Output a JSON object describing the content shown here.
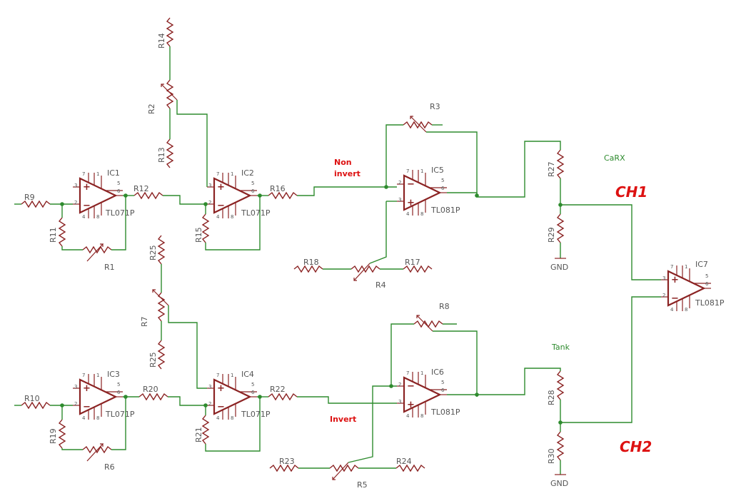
{
  "labels": {
    "R9": "R9",
    "R11": "R11",
    "R1": "R1",
    "R12": "R12",
    "R10": "R10",
    "R19": "R19",
    "R6": "R6",
    "R20": "R20",
    "R14": "R14",
    "R2": "R2",
    "R13": "R13",
    "R15": "R15",
    "R16": "R16",
    "R25a": "R25",
    "R7": "R7",
    "R25b": "R25",
    "R21": "R21",
    "R22": "R22",
    "R3": "R3",
    "R18": "R18",
    "R4": "R4",
    "R17": "R17",
    "R8": "R8",
    "R23": "R23",
    "R5": "R5",
    "R24": "R24",
    "R27": "R27",
    "R29": "R29",
    "R28": "R28",
    "R30": "R30",
    "IC1": "IC1",
    "IC2": "IC2",
    "IC3": "IC3",
    "IC4": "IC4",
    "IC5": "IC5",
    "IC6": "IC6",
    "IC7": "IC7",
    "TL1": "TL071P",
    "TL2": "TL071P",
    "TL3": "TL071P",
    "TL4": "TL071P",
    "TL5": "TL081P",
    "TL6": "TL081P",
    "TL7": "TL081P",
    "GND1": "GND",
    "GND2": "GND"
  },
  "annotations": {
    "non_invert_1": "Non",
    "non_invert_2": "invert",
    "invert": "Invert",
    "carx": "CaRX",
    "tank": "Tank",
    "ch1": "CH1",
    "ch2": "CH2"
  },
  "pins": {
    "p7": "7",
    "p1": "1",
    "p5": "5",
    "p6": "6",
    "p4": "4",
    "p8": "8",
    "p3": "3",
    "p2": "2",
    "plus": "+",
    "minus": "−"
  },
  "colors": {
    "wire": "#2e8b2e",
    "component": "#8b2323",
    "highlight": "#dd1111",
    "label": "#555555"
  }
}
